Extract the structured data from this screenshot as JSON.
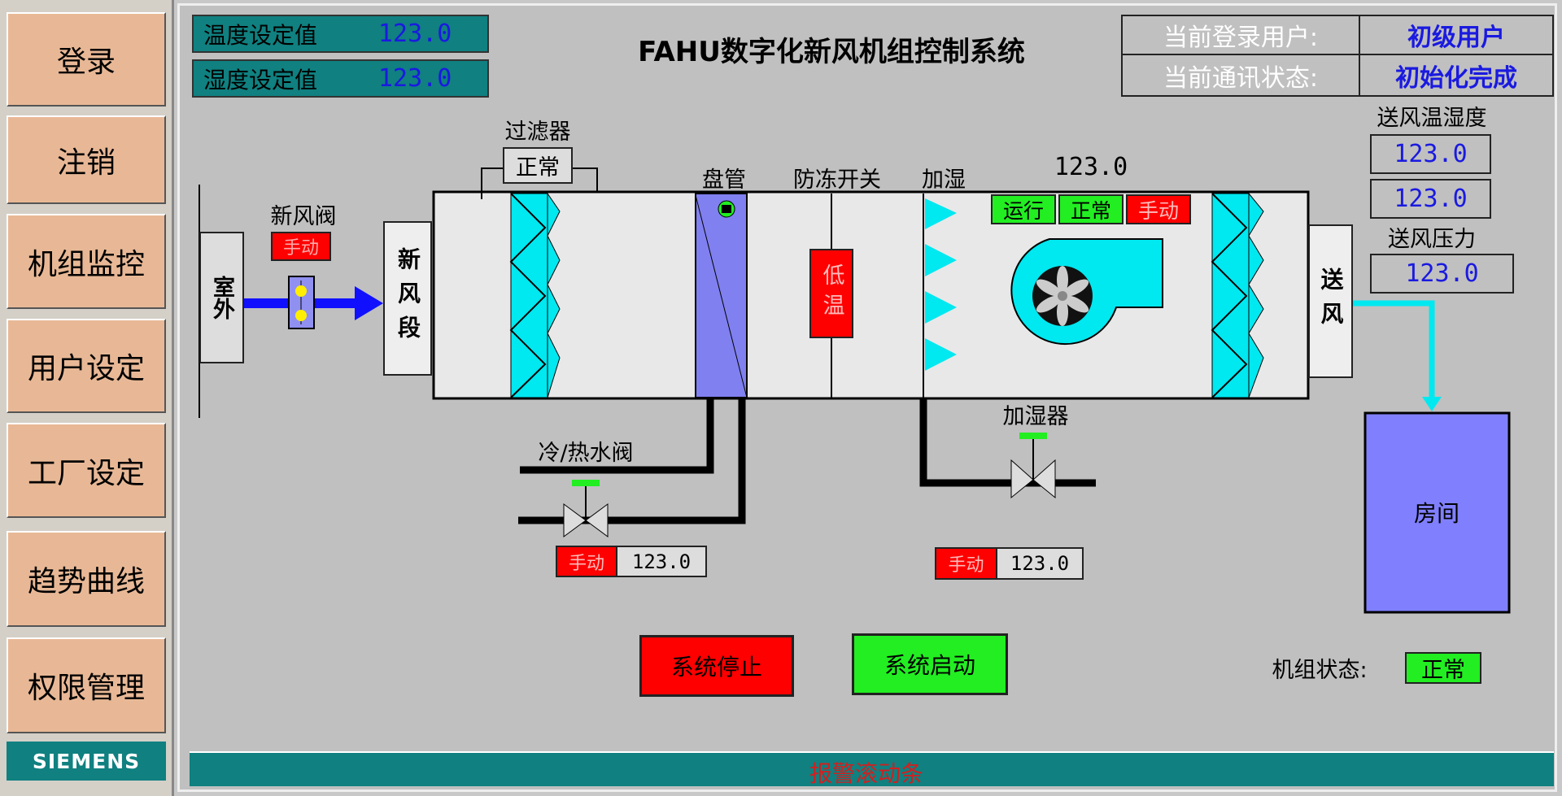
{
  "sidebar": {
    "items": [
      {
        "label": "登录"
      },
      {
        "label": "注销"
      },
      {
        "label": "机组监控"
      },
      {
        "label": "用户设定"
      },
      {
        "label": "工厂设定"
      },
      {
        "label": "趋势曲线"
      },
      {
        "label": "权限管理"
      }
    ],
    "logo": "SIEMENS"
  },
  "header": {
    "title": "FAHU数字化新风机组控制系统",
    "temp_setpoint": {
      "label": "温度设定值",
      "value": "123.0"
    },
    "humidity_setpoint": {
      "label": "湿度设定值",
      "value": "123.0"
    },
    "user": {
      "label": "当前登录用户:",
      "value": "初级用户"
    },
    "comm": {
      "label": "当前通讯状态:",
      "value": "初始化完成"
    }
  },
  "diagram": {
    "outdoor": "室外",
    "fresh_damper_label": "新风阀",
    "fresh_damper_mode": "手动",
    "fresh_section": "新风段",
    "filter_label": "过滤器",
    "filter_status": "正常",
    "coil_label": "盘管",
    "antifreeze_label": "防冻开关",
    "antifreeze_status": "低温",
    "humidify_label": "加湿",
    "fan_value": "123.0",
    "fan_status": [
      "运行",
      "正常",
      "手动"
    ],
    "supply_section": "送风",
    "supply_th_label": "送风温湿度",
    "supply_temp": "123.0",
    "supply_hum": "123.0",
    "supply_pressure_label": "送风压力",
    "supply_pressure": "123.0",
    "room": "房间",
    "water_valve": {
      "label": "冷/热水阀",
      "mode": "手动",
      "value": "123.0"
    },
    "humidifier": {
      "label": "加湿器",
      "mode": "手动",
      "value": "123.0"
    }
  },
  "controls": {
    "stop": "系统停止",
    "start": "系统启动",
    "unit_status_label": "机组状态:",
    "unit_status": "正常"
  },
  "alarm_bar": "报警滚动条",
  "colors": {
    "teal": "#108080",
    "cyan": "#00e8f0",
    "coil": "#8080f0",
    "red": "#ff0000",
    "green": "#22ee22",
    "room": "#8080ff",
    "beige": "#e8b896"
  }
}
